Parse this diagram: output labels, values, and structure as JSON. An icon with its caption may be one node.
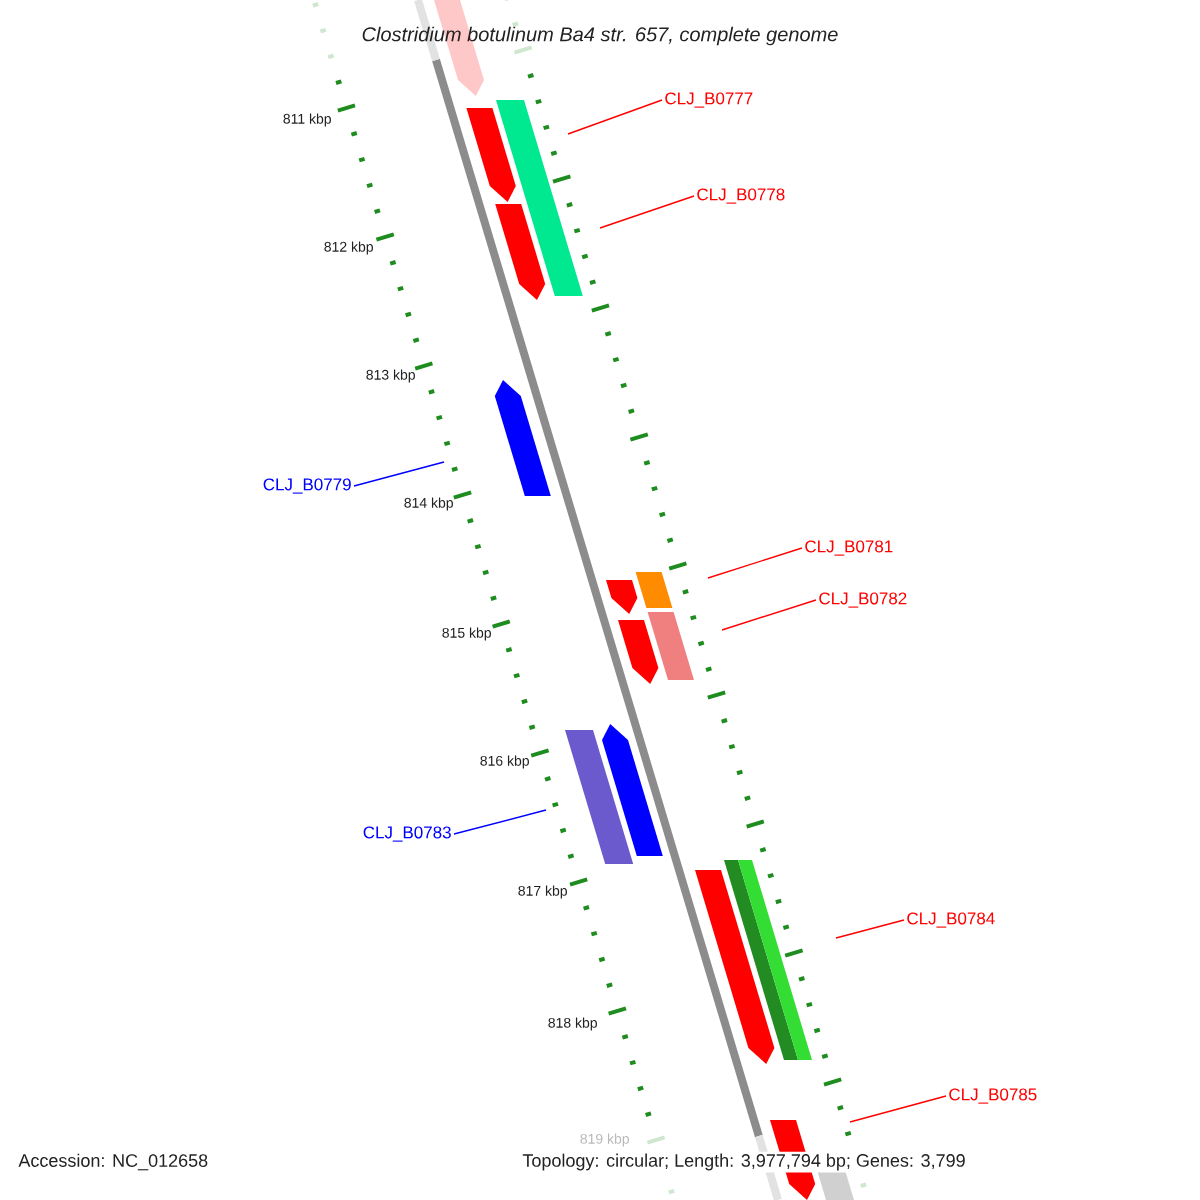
{
  "diagram": {
    "title": "Clostridium botulinum Ba4 str. 657, complete genome",
    "nodes": [
      {
        "text": [
          "CLJ_B0777"
        ]
      },
      {
        "text": [
          "CLJ_B0778"
        ]
      },
      {
        "text": [
          "CLJ_B0779"
        ]
      },
      {
        "text": [
          "CLJ_B0781"
        ]
      },
      {
        "text": [
          "CLJ_B0782"
        ]
      },
      {
        "text": [
          "CLJ_B0783"
        ]
      },
      {
        "text": [
          "CLJ_B0784"
        ]
      },
      {
        "text": [
          "CLJ_B0785"
        ]
      }
    ],
    "edges": [
      {
        "from": 0,
        "to": null,
        "arrow": "none"
      },
      {
        "from": 1,
        "to": null,
        "arrow": "none"
      },
      {
        "from": 2,
        "to": null,
        "arrow": "none",
        "color": "#0000ff"
      },
      {
        "from": 3,
        "to": null,
        "arrow": "none"
      },
      {
        "from": 4,
        "to": null,
        "arrow": "none"
      },
      {
        "from": 5,
        "to": null,
        "arrow": "none",
        "color": "#0000ff"
      },
      {
        "from": 6,
        "to": null,
        "arrow": "none"
      },
      {
        "from": 7,
        "to": null,
        "arrow": "none"
      }
    ],
    "labels": [
      "811 kbp",
      "812 kbp",
      "813 kbp",
      "814 kbp",
      "815 kbp",
      "816 kbp",
      "817 kbp",
      "818 kbp",
      "819 kbp",
      "Accession: NC_012658",
      "Topology: circular; Length: 3,977,794 bp; Genes: 3,799"
    ]
  }
}
